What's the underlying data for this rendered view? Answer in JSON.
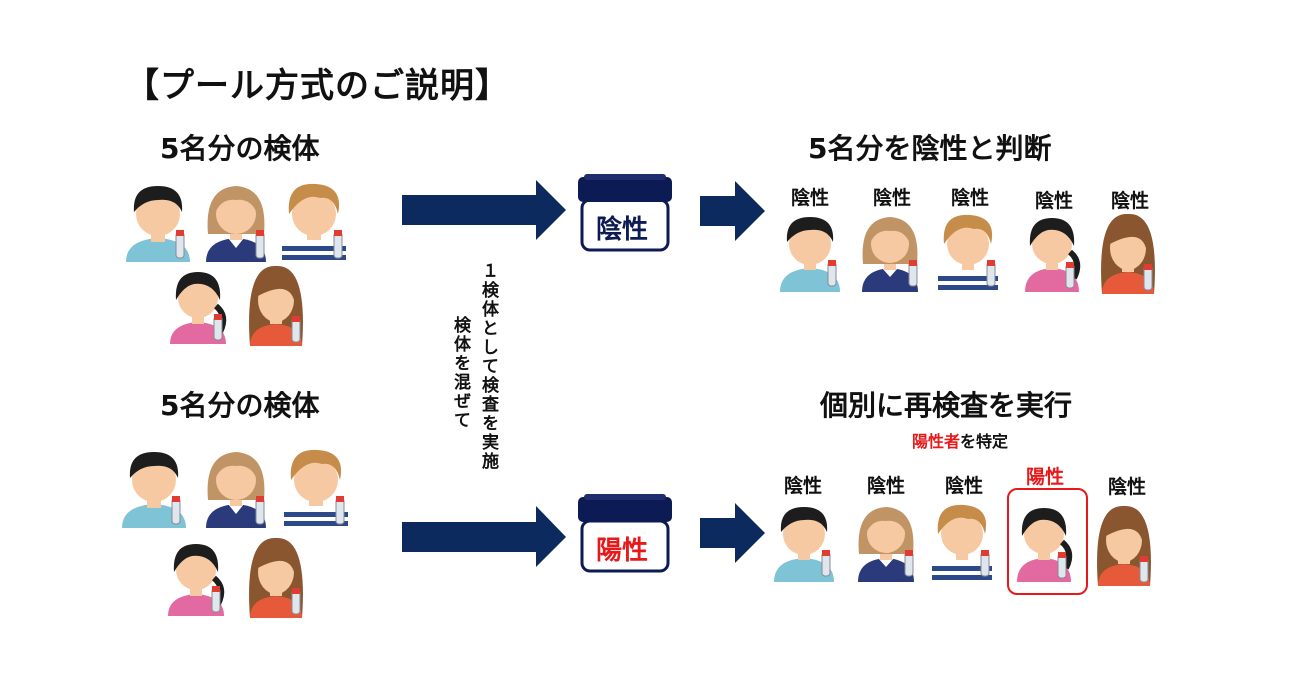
{
  "title": "【プール方式のご説明】",
  "group_top": {
    "heading": "5名分の検体"
  },
  "group_bottom": {
    "heading": "5名分の検体"
  },
  "process_text": {
    "line1": "１検体として検査を実施",
    "line2": "検体を混ぜて"
  },
  "jar_top": {
    "label": "陰性",
    "color": "#0d1b55"
  },
  "jar_bottom": {
    "label": "陽性",
    "color": "#e8191b"
  },
  "result_top": {
    "heading": "5名分を陰性と判断",
    "people": [
      "陰性",
      "陰性",
      "陰性",
      "陰性",
      "陰性"
    ]
  },
  "result_bottom": {
    "heading": "個別に再検査を実行",
    "sub_highlight": "陽性者",
    "sub_rest": "を特定",
    "people": [
      "陰性",
      "陰性",
      "陰性",
      "陽性",
      "陰性"
    ]
  },
  "colors": {
    "navy": "#0d2a5e",
    "red": "#e8191b"
  }
}
